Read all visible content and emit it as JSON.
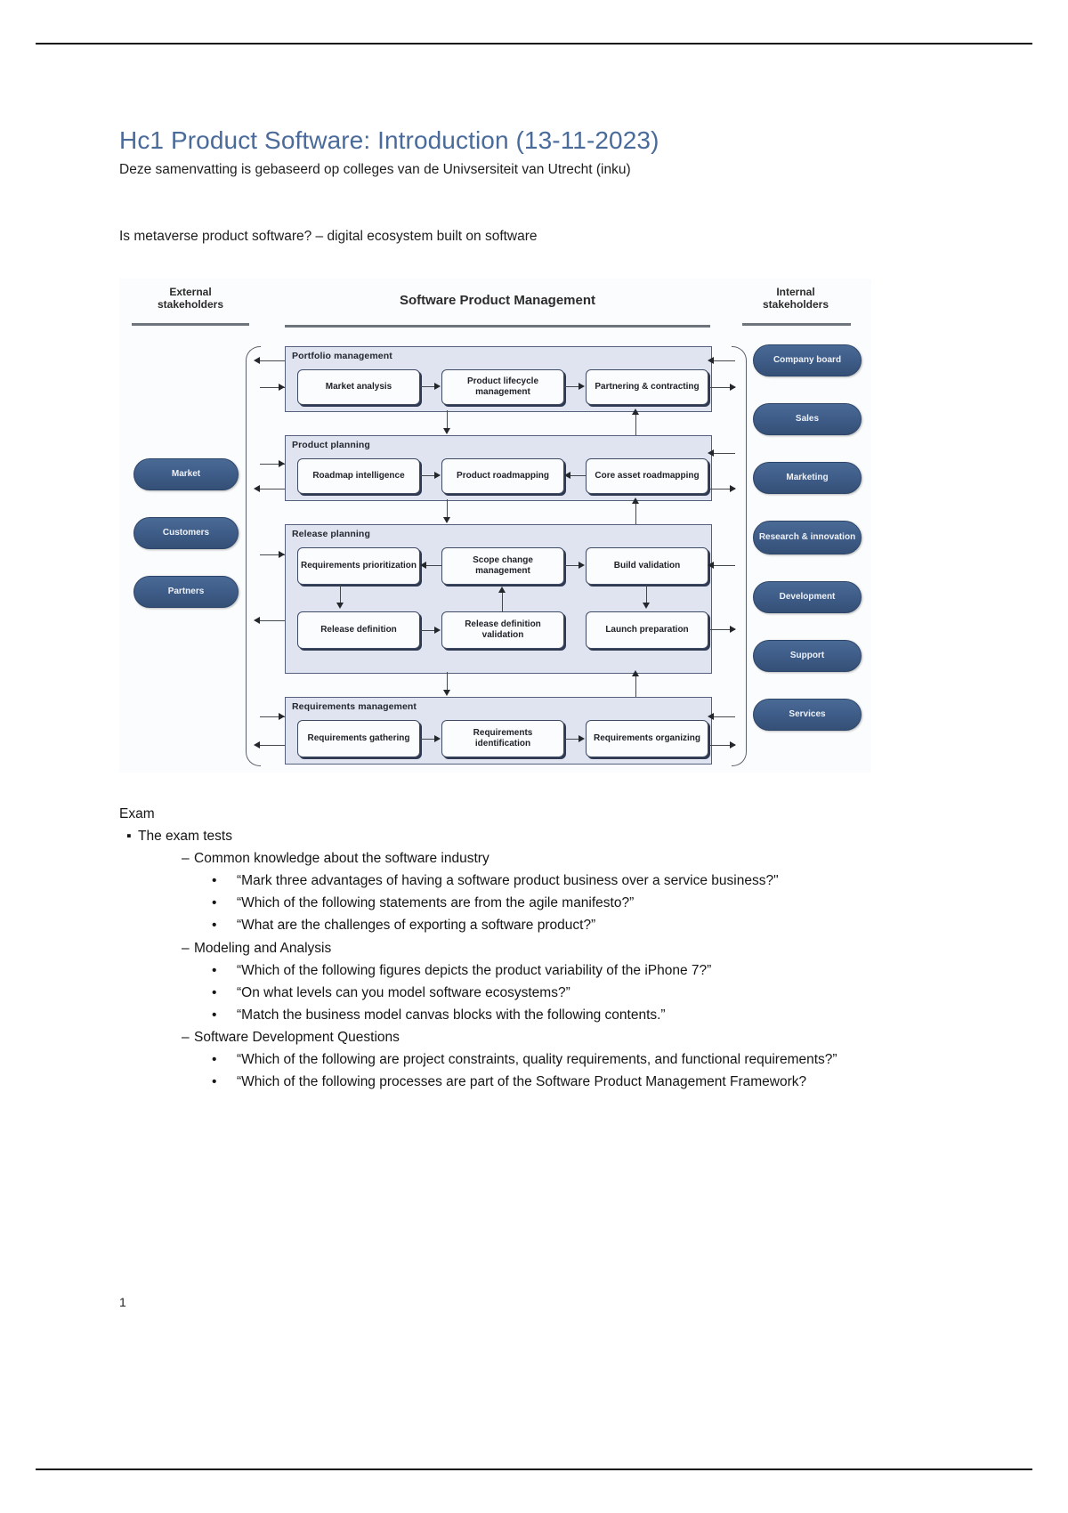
{
  "document": {
    "title": "Hc1 Product Software: Introduction (13-11-2023)",
    "subtitle": "Deze samenvatting is gebaseerd op colleges van de Univsersiteit van Utrecht (inku)",
    "lead": "Is metaverse product software? – digital ecosystem built on software",
    "page_number": "1"
  },
  "figure": {
    "left_header": "External\nstakeholders",
    "left_header_line1": "External",
    "left_header_line2": "stakeholders",
    "center_header": "Software Product Management",
    "right_header_line1": "Internal",
    "right_header_line2": "stakeholders",
    "lanes": [
      {
        "title": "Portfolio management",
        "boxes": [
          "Market analysis",
          "Product lifecycle management",
          "Partnering & contracting"
        ]
      },
      {
        "title": "Product planning",
        "boxes": [
          "Roadmap intelligence",
          "Product roadmapping",
          "Core asset roadmapping"
        ]
      },
      {
        "title": "Release planning",
        "boxes": [
          "Requirements prioritization",
          "Scope change management",
          "Build validation",
          "Release definition",
          "Release definition validation",
          "Launch preparation"
        ]
      },
      {
        "title": "Requirements management",
        "boxes": [
          "Requirements gathering",
          "Requirements identification",
          "Requirements organizing"
        ]
      }
    ],
    "external_stakeholders": [
      "Market",
      "Customers",
      "Partners"
    ],
    "internal_stakeholders": [
      "Company board",
      "Sales",
      "Marketing",
      "Research & innovation",
      "Development",
      "Support",
      "Services"
    ],
    "colors": {
      "lane_fill": "#dfe4f0",
      "box_fill": "#fbfcfd",
      "stakeholder_pill": "#3d5b86",
      "stroke": "#3f4a63"
    }
  },
  "exam": {
    "heading": "Exam",
    "level1": "The exam tests",
    "groups": [
      {
        "label": "Common knowledge about the software industry",
        "items": [
          "“Mark three advantages of having a software product business over a service business?\"",
          "“Which of the following statements are from the agile manifesto?”",
          "“What are the challenges of exporting a software product?”"
        ]
      },
      {
        "label": "Modeling and Analysis",
        "items": [
          "“Which of the following figures depicts the product variability of the iPhone 7?”",
          "“On what levels can you model software ecosystems?”",
          "“Match the business model canvas blocks with the following contents.”"
        ]
      },
      {
        "label": "Software Development Questions",
        "items": [
          "“Which of the following are project constraints, quality requirements, and functional requirements?”",
          "“Which of the following processes are part of the Software Product Management Framework?"
        ]
      }
    ],
    "bullets": {
      "square": "▪",
      "dash": "–",
      "dot": "•"
    }
  }
}
